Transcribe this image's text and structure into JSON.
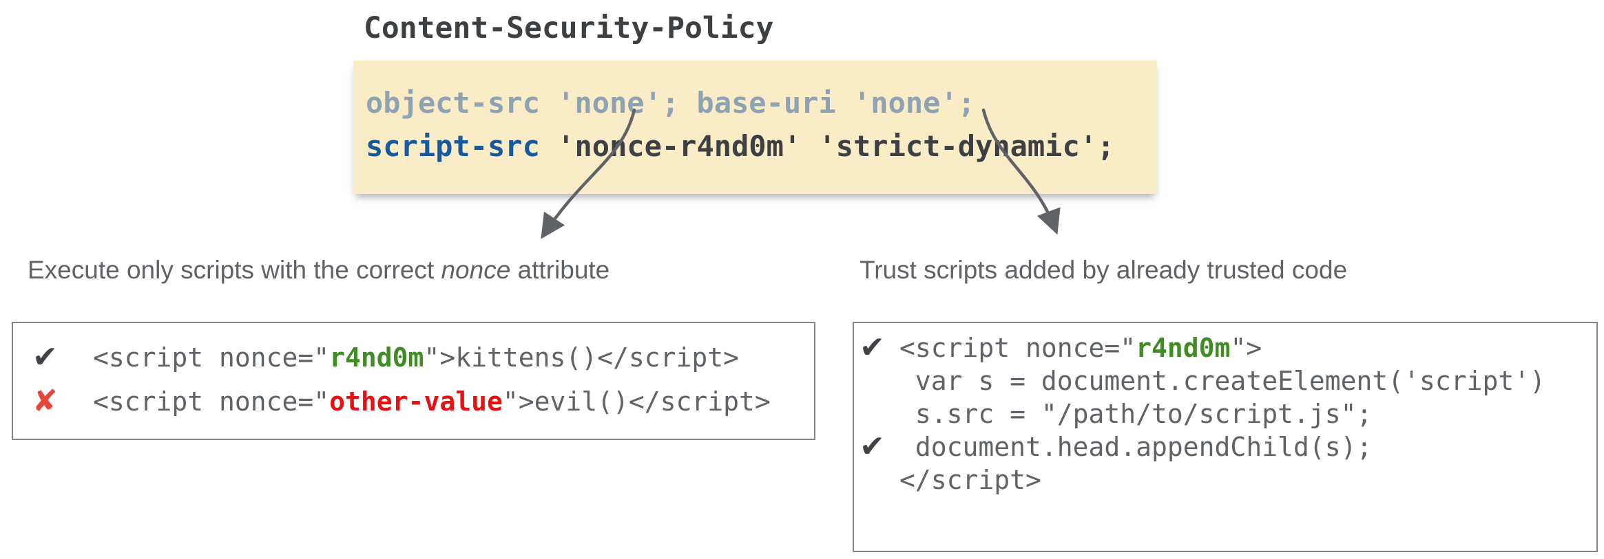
{
  "title": "Content-Security-Policy",
  "policy_box": {
    "lines": [
      {
        "segments": [
          {
            "text": "object-src 'none'; base-uri 'none';",
            "color": "muted"
          }
        ]
      },
      {
        "segments": [
          {
            "text": "script-src",
            "color": "blue"
          },
          {
            "text": " 'nonce-r4nd0m' 'strict-dynamic';",
            "color": "dark"
          }
        ]
      }
    ]
  },
  "annotations": {
    "left_label": {
      "prefix": "Execute only scripts with the correct ",
      "italic": "nonce",
      "suffix": " attribute"
    },
    "right_label": "Trust scripts added by already trusted code"
  },
  "left_code_box": {
    "rows": [
      {
        "icon": "check",
        "segments": [
          {
            "text": "<script nonce=\"",
            "color": "gray"
          },
          {
            "text": "r4nd0m",
            "color": "green"
          },
          {
            "text": "\">kittens()</script>",
            "color": "gray"
          }
        ]
      },
      {
        "icon": "cross",
        "segments": [
          {
            "text": "<script nonce=\"",
            "color": "gray"
          },
          {
            "text": "other-value",
            "color": "red"
          },
          {
            "text": "\">evil()</script>",
            "color": "gray"
          }
        ]
      }
    ]
  },
  "right_code_box": {
    "rows": [
      {
        "icon": "check",
        "segments": [
          {
            "text": "<script nonce=\"",
            "color": "gray"
          },
          {
            "text": "r4nd0m",
            "color": "green"
          },
          {
            "text": "\">",
            "color": "gray"
          }
        ]
      },
      {
        "icon": null,
        "segments": [
          {
            "text": " var s = document.createElement('script')",
            "color": "gray"
          }
        ]
      },
      {
        "icon": null,
        "segments": [
          {
            "text": " s.src = \"/path/to/script.js\";",
            "color": "gray"
          }
        ]
      },
      {
        "icon": "check",
        "segments": [
          {
            "text": " document.head.appendChild(s);",
            "color": "gray"
          }
        ]
      },
      {
        "icon": null,
        "segments": [
          {
            "text": "</script>",
            "color": "gray"
          }
        ]
      }
    ]
  },
  "icons": {
    "check": "✔",
    "cross": "✘"
  },
  "colors": {
    "title": "#3c4043",
    "policy-bg": "#f9ecc7",
    "muted": "#8da2b2",
    "blue": "#16599d",
    "dark": "#3c4043",
    "gray": "#5f6368",
    "green": "#3f8d23",
    "red": "#e81111",
    "check": "#3f4347",
    "cross": "#e8463a",
    "border": "#80868b",
    "label": "#5f6368",
    "arrow": "#5f6368"
  }
}
